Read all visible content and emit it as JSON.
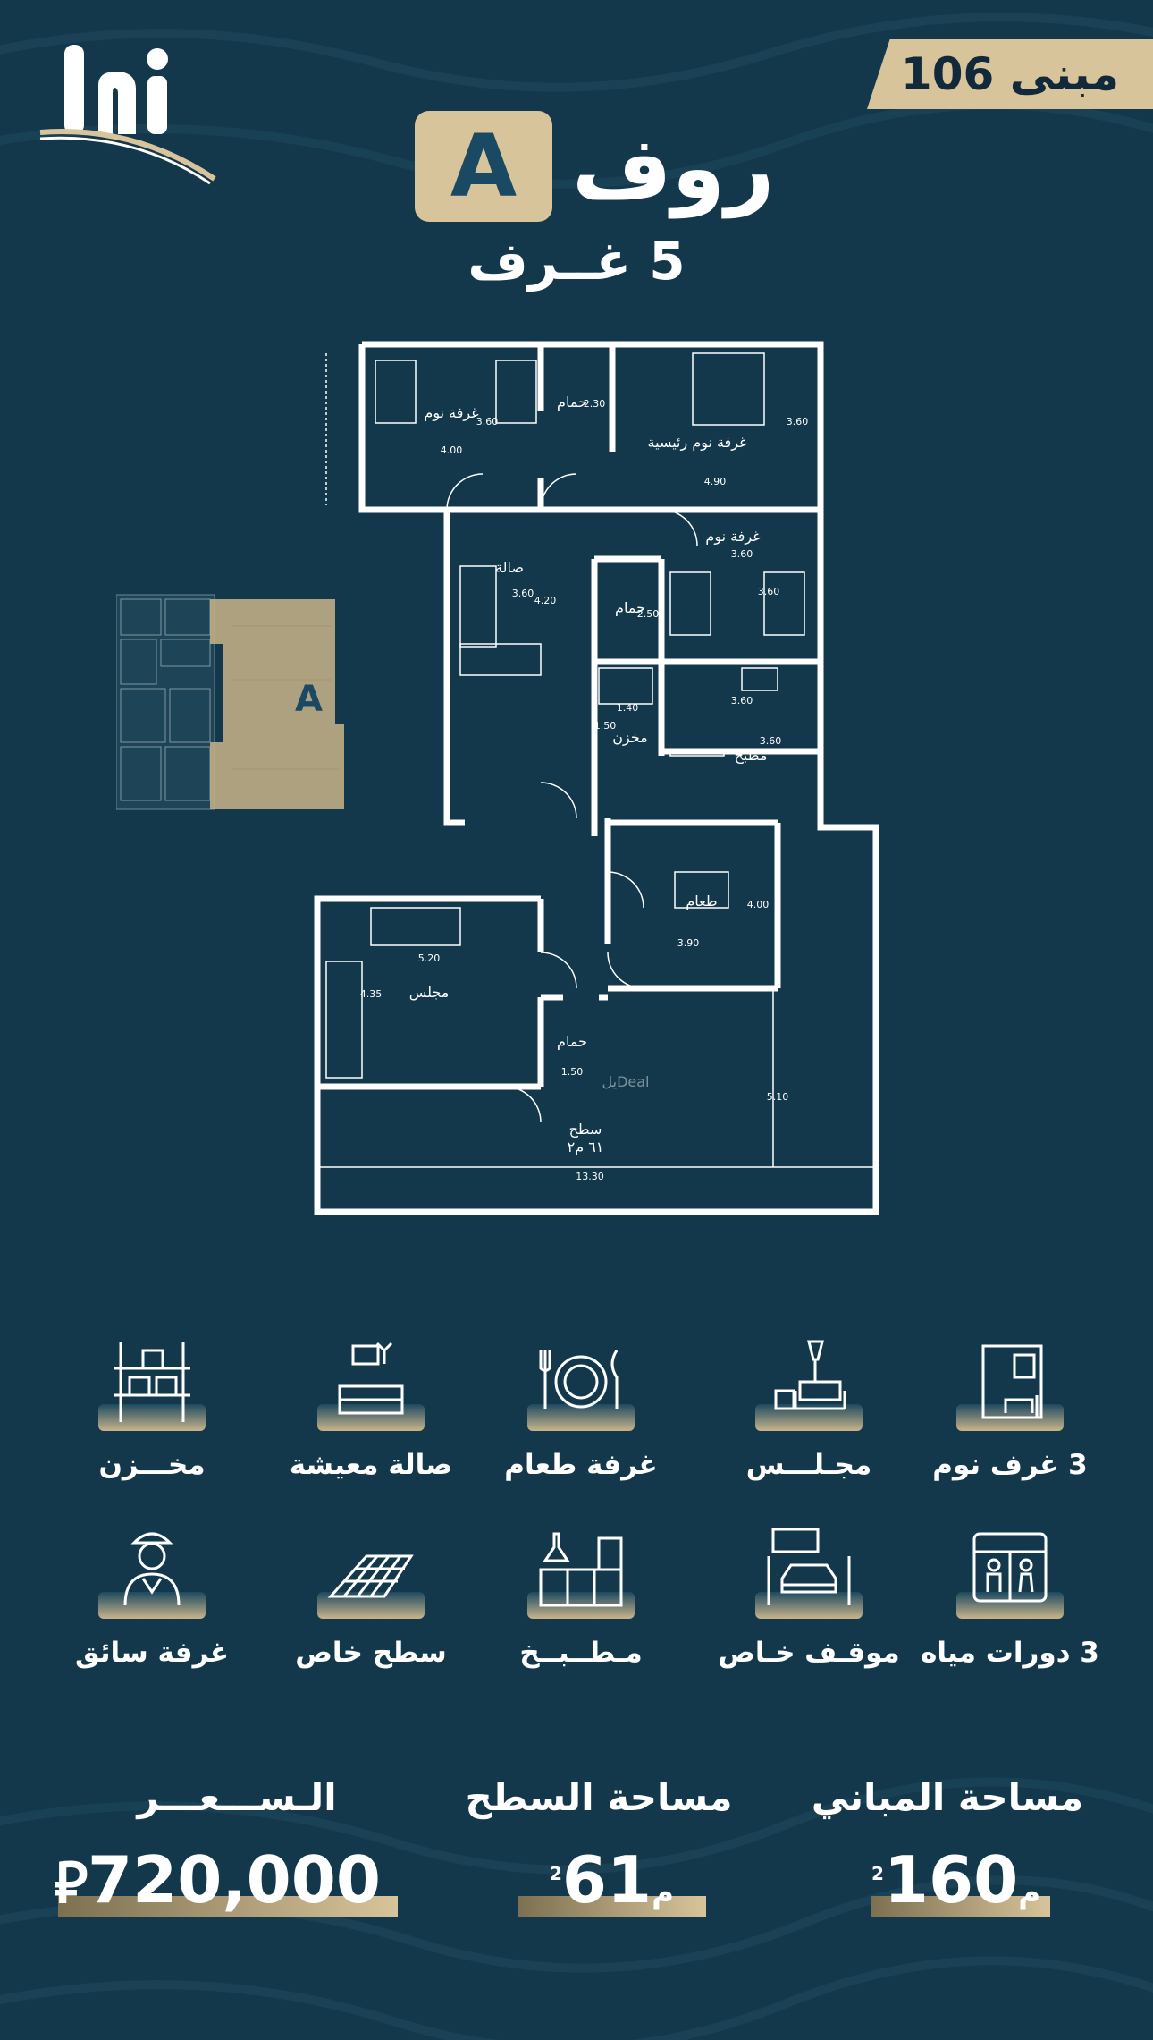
{
  "header": {
    "building_label": "مبنى 106",
    "unit_word": "روف",
    "unit_letter": "A",
    "rooms_count": "5 غــرف"
  },
  "mini_map": {
    "letter": "A"
  },
  "floorplan": {
    "rooms": {
      "bedroom_1": "غرفة نوم",
      "bathroom_1": "حمام",
      "master_bedroom": "غرفة نوم رئيسية",
      "hall": "صالة",
      "bedroom_2": "غرفة نوم",
      "bathroom_2": "حمام",
      "storage": "مخزن",
      "kitchen": "مطبخ",
      "dining": "طعام",
      "majlis": "مجلس",
      "bathroom_3": "حمام",
      "roof": "سطح",
      "roof_area": "٦١ م٢"
    },
    "dimensions": {
      "d1": "4.00",
      "d2": "3.60",
      "d3": "2.30",
      "d4": "4.90",
      "d5": "3.60",
      "d6": "3.60",
      "d7": "4.20",
      "d8": "3.60",
      "d9": "2.50",
      "d10": "3.60",
      "d11": "1.40",
      "d12": "3.60",
      "d13": "1.50",
      "d14": "3.60",
      "d15": "4.00",
      "d16": "3.90",
      "d17": "5.20",
      "d18": "4.35",
      "d19": "5.10",
      "d20": "13.30",
      "d21": "1.50"
    },
    "watermark": "یلDeal"
  },
  "features": [
    {
      "icon": "bedroom-icon",
      "label": "3 غرف نوم"
    },
    {
      "icon": "majlis-icon",
      "label": "مجـلـــس"
    },
    {
      "icon": "dining-icon",
      "label": "غرفة طعام"
    },
    {
      "icon": "living-room-icon",
      "label": "صالة معيشة"
    },
    {
      "icon": "storage-icon",
      "label": "مخـــزن"
    },
    {
      "icon": "wc-icon",
      "label": "3 دورات مياه"
    },
    {
      "icon": "parking-icon",
      "label": "موقـف خـاص"
    },
    {
      "icon": "kitchen-icon",
      "label": "مـطــبــخ"
    },
    {
      "icon": "roof-icon",
      "label": "سطح خاص"
    },
    {
      "icon": "driver-room-icon",
      "label": "غرفة سائق"
    }
  ],
  "stats": {
    "building_area_label": "مساحة المباني",
    "building_area_value": "160",
    "roof_area_label": "مساحة السطح",
    "roof_area_value": "61",
    "price_label": "الـســـعـــر",
    "price_value": "720,000",
    "area_unit": "م",
    "area_unit_power": "2",
    "currency_symbol": "⃁"
  },
  "colors": {
    "background": "#13384b",
    "gold": "#d8c49a",
    "letter_blue": "#1a4a63"
  }
}
